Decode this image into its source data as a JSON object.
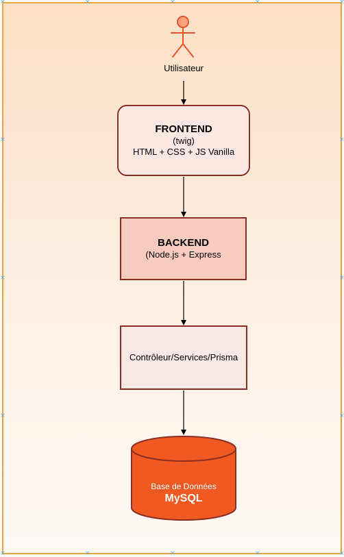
{
  "diagram": {
    "actor": {
      "label": "Utilisateur"
    },
    "frontend": {
      "title": "FRONTEND",
      "line1": "(twig)",
      "line2": "HTML + CSS + JS Vanilla"
    },
    "backend": {
      "title": "BACKEND",
      "line1": "(Node.js + Express"
    },
    "controller": {
      "label": "Contrôleur/Services/Prisma"
    },
    "database": {
      "line1": "Base de Données",
      "line2": "MySQL"
    }
  },
  "colors": {
    "container_border": "#e8a33a",
    "actor": "#e8522b",
    "frontend_fill": "#fde8e3",
    "backend_fill": "#f8cbbf",
    "controller_fill": "#fbe9e6",
    "box_border": "#8b2e24",
    "database_fill": "#f05a22",
    "arrow": "#000000"
  }
}
